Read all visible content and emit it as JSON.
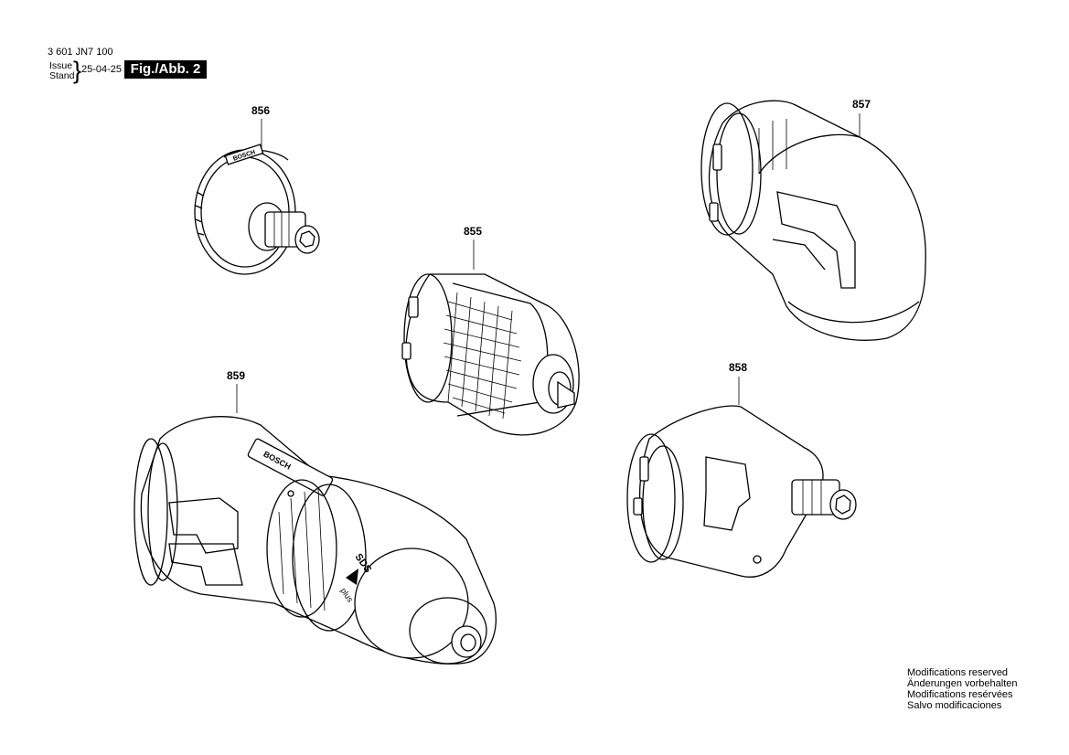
{
  "header": {
    "part_number": "3 601 JN7 100",
    "issue_label": "Issue",
    "stand_label": "Stand",
    "issue_date": "25-04-25",
    "figure_label": "Fig./Abb. 2"
  },
  "callouts": {
    "c856": "856",
    "c857": "857",
    "c855": "855",
    "c858": "858",
    "c859": "859"
  },
  "imprints": {
    "brand": "BOSCH",
    "sds": "SDS",
    "plus": "plus"
  },
  "notes": [
    "Modifications reserved",
    "Änderungen vorbehalten",
    "Modifications resérvées",
    "Salvo modificaciones"
  ]
}
